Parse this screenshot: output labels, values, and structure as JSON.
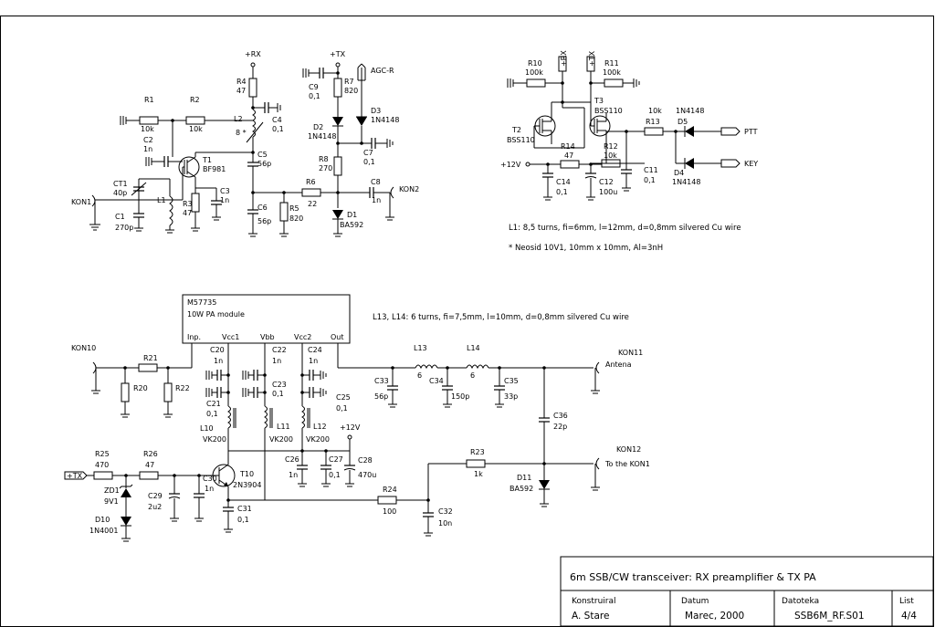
{
  "title_block": {
    "title": "6m SSB/CW transceiver: RX preamplifier & TX PA",
    "konstruiral_label": "Konstruiral",
    "konstruiral_value": "A. Stare",
    "datum_label": "Datum",
    "datum_value": "Marec, 2000",
    "datoteka_label": "Datoteka",
    "datoteka_value": "SSB6M_RF.S01",
    "list_label": "List",
    "list_value": "4/4"
  },
  "notes": {
    "l1": "L1:  8,5 turns, fi=6mm, l=12mm, d=0,8mm silvered Cu wire",
    "core": "* Neosid 10V1, 10mm x 10mm, Al=3nH",
    "l13_l14": "L13, L14: 6 turns, fi=7,5mm, l=10mm, d=0,8mm silvered Cu wire"
  },
  "module": {
    "name": "M57735",
    "desc": "10W PA module",
    "pins": [
      "Inp.",
      "Vcc1",
      "Vbb",
      "Vcc2",
      "Out"
    ]
  },
  "rails": {
    "rx": "+RX",
    "tx": "+TX",
    "agc": "AGC-R",
    "v12a": "+12V",
    "v12b": "+12V",
    "ptt": "PTT",
    "key": "KEY",
    "tx_in": "+TX",
    "rx_small": "+RX",
    "tx_small": "+TX"
  },
  "connectors": {
    "kon1": "KON1",
    "kon2": "KON2",
    "kon10": "KON10",
    "kon11": "KON11",
    "kon11_desc": "Antena",
    "kon12": "KON12",
    "kon12_desc": "To the KON1"
  },
  "components": {
    "r1": [
      "R1",
      "10k"
    ],
    "r2": [
      "R2",
      "10k"
    ],
    "r3": [
      "R3",
      "47"
    ],
    "r4": [
      "R4",
      "47"
    ],
    "r5": [
      "R5",
      "820"
    ],
    "r6": [
      "R6",
      "22"
    ],
    "r7": [
      "R7",
      "820"
    ],
    "r8": [
      "R8",
      "270"
    ],
    "c1": [
      "C1",
      "270p"
    ],
    "ct1": [
      "CT1",
      "40p"
    ],
    "c2": [
      "C2",
      "1n"
    ],
    "c3": [
      "C3",
      "1n"
    ],
    "c4": [
      "C4",
      "0,1"
    ],
    "c5": [
      "C5",
      "56p"
    ],
    "c6": [
      "C6",
      "56p"
    ],
    "c7": [
      "C7",
      "0,1"
    ],
    "c8": [
      "C8",
      "1n"
    ],
    "c9": [
      "C9",
      "0,1"
    ],
    "l1": "L1",
    "l2": "L2",
    "l2_star": "8 *",
    "t1": [
      "T1",
      "BF981"
    ],
    "d1": [
      "D1",
      "BA592"
    ],
    "d2": [
      "D2",
      "1N4148"
    ],
    "d3": [
      "D3",
      "1N4148"
    ],
    "r10": [
      "R10",
      "100k"
    ],
    "r11": [
      "R11",
      "100k"
    ],
    "r12": [
      "R12",
      "10k"
    ],
    "r13": [
      "R13",
      "10k"
    ],
    "r14": [
      "R14",
      "47"
    ],
    "c11": [
      "C11",
      "0,1"
    ],
    "c12": [
      "C12",
      "100u"
    ],
    "c14": [
      "C14",
      "0,1"
    ],
    "t2": [
      "T2",
      "BSS110"
    ],
    "t3": [
      "T3",
      "BSS110"
    ],
    "d4": [
      "D4",
      "1N4148"
    ],
    "d5": [
      "D5",
      "1N4148"
    ],
    "r20": "R20",
    "r21": "R21",
    "r22": "R22",
    "r23": [
      "R23",
      "1k"
    ],
    "r24": [
      "R24",
      "100"
    ],
    "r25": [
      "R25",
      "470"
    ],
    "r26": [
      "R26",
      "47"
    ],
    "c20": [
      "C20",
      "1n"
    ],
    "c21": [
      "C21",
      "0,1"
    ],
    "c22": [
      "C22",
      "1n"
    ],
    "c23": [
      "C23",
      "0,1"
    ],
    "c24": [
      "C24",
      "1n"
    ],
    "c25": [
      "C25",
      "0,1"
    ],
    "c26": [
      "C26",
      "1n"
    ],
    "c27": [
      "C27",
      "0,1"
    ],
    "c28": [
      "C28",
      "470u"
    ],
    "c29": [
      "C29",
      "2u2"
    ],
    "c30": [
      "C30",
      "1n"
    ],
    "c31": [
      "C31",
      "0,1"
    ],
    "c32": [
      "C32",
      "10n"
    ],
    "c33": [
      "C33",
      "56p"
    ],
    "c34": [
      "C34",
      "150p"
    ],
    "c35": [
      "C35",
      "33p"
    ],
    "c36": [
      "C36",
      "22p"
    ],
    "l10": [
      "L10",
      "VK200"
    ],
    "l11": [
      "L11",
      "VK200"
    ],
    "l12": [
      "L12",
      "VK200"
    ],
    "l13": [
      "L13",
      "6"
    ],
    "l14": [
      "L14",
      "6"
    ],
    "t10": [
      "T10",
      "2N3904"
    ],
    "d10": [
      "D10",
      "1N4001"
    ],
    "d11": [
      "D11",
      "BA592"
    ],
    "zd1": [
      "ZD1",
      "9V1"
    ]
  }
}
